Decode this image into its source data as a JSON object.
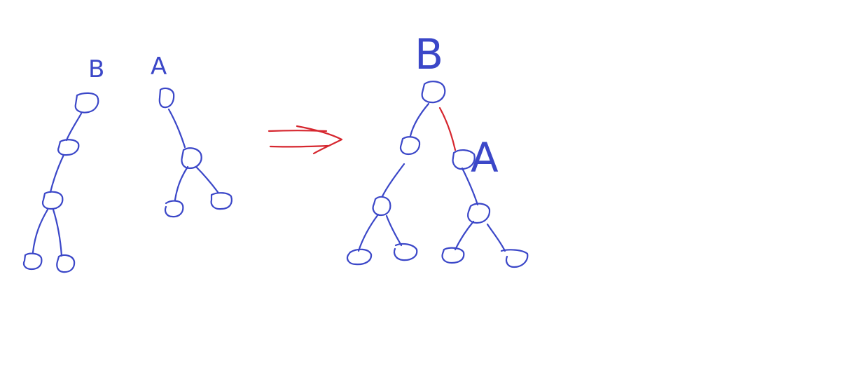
{
  "colors": {
    "ink": "#3b47c8",
    "highlight": "#d6262e",
    "background": "#ffffff"
  },
  "left": {
    "tree_b_label": "B",
    "tree_a_label": "A"
  },
  "right": {
    "root_label": "B",
    "attached_label": "A"
  }
}
